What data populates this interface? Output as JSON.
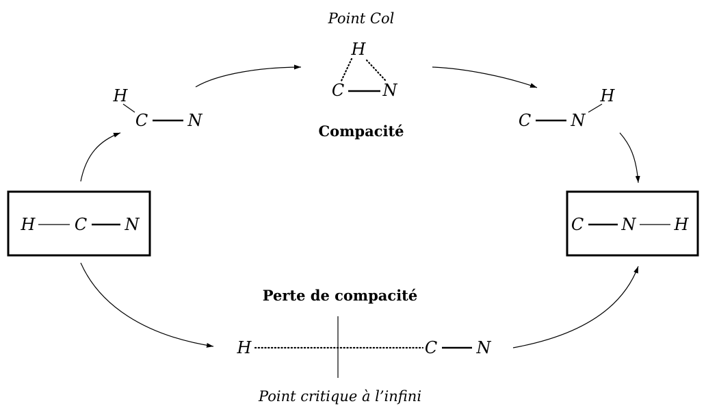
{
  "labels": {
    "col_caption": "Point Col",
    "compacite": "Compacité",
    "perte": "Perte de compacité",
    "infini_caption": "Point critique à l’infini"
  },
  "atoms": {
    "hcn_left": {
      "h": "H",
      "c": "C",
      "n": "N"
    },
    "cnh_right": {
      "c": "C",
      "n": "N",
      "h": "H"
    },
    "bent_hcn": {
      "h": "H",
      "c": "C",
      "n": "N"
    },
    "col": {
      "h": "H",
      "c": "C",
      "n": "N"
    },
    "bent_cnh": {
      "c": "C",
      "n": "N",
      "h": "H"
    },
    "separated": {
      "h": "H",
      "c": "C",
      "n": "N"
    }
  }
}
